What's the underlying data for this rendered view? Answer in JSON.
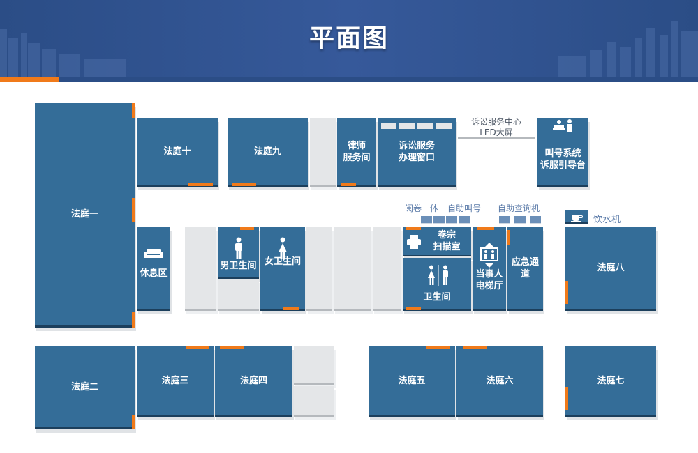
{
  "title": "平面图",
  "colors": {
    "header": "#2b4d86",
    "room": "#346d98",
    "door": "#f07a1a",
    "corridor": "#e4e6e8"
  },
  "rooms": {
    "court1": "法庭一",
    "court2": "法庭二",
    "court3": "法庭三",
    "court4": "法庭四",
    "court5": "法庭五",
    "court6": "法庭六",
    "court7": "法庭七",
    "court8": "法庭八",
    "court9": "法庭九",
    "court10": "法庭十",
    "lawyer": "律师\n服务间",
    "window": "诉讼服务\n办理窗口",
    "callsys": "叫号系统\n诉服引导台",
    "rest": "休息区",
    "male_wc": "男卫生间",
    "female_wc": "女卫生间",
    "scan": "卷宗\n扫描室",
    "wc": "卫生间",
    "elevator": "当事人\n电梯厅",
    "emergency": "应急通道"
  },
  "labels": {
    "led": "诉讼服务中心\nLED大屏",
    "reading": "阅卷一体",
    "selfcall": "自助叫号",
    "selfquery": "自助查询机",
    "water": "饮水机"
  },
  "icons": [
    "sofa-icon",
    "male-icon",
    "female-icon",
    "printer-icon",
    "restroom-icon",
    "elevator-icon",
    "reception-icon",
    "water-cup-icon"
  ]
}
